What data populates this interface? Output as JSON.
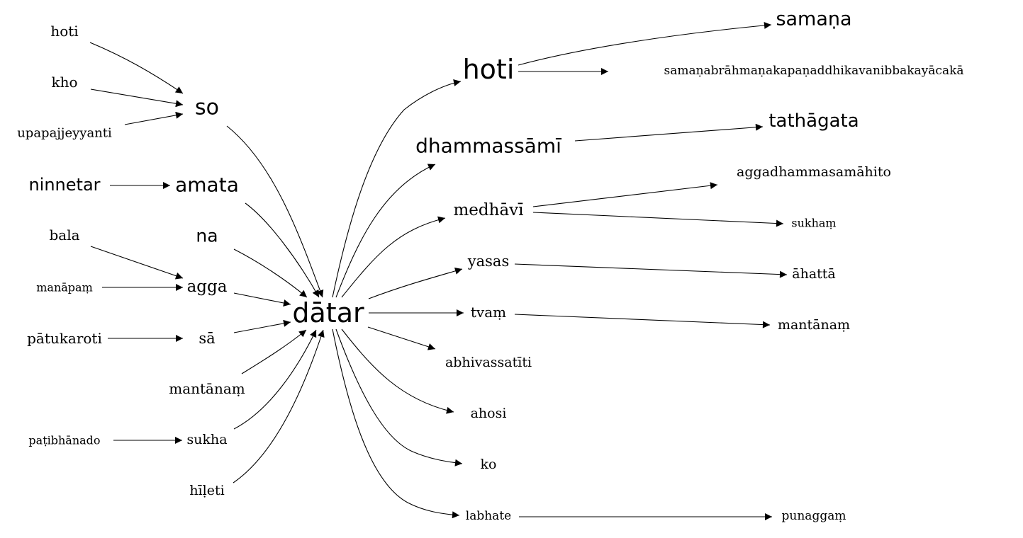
{
  "graph": {
    "center": "dātar",
    "nodes": {
      "datar": "dātar",
      "so": "so",
      "hoti_left": "hoti",
      "kho": "kho",
      "upapajjeyyanti": "upapajjeyyanti",
      "ninnetar": "ninnetar",
      "amata": "amata",
      "na": "na",
      "bala": "bala",
      "manapam": "manāpaṃ",
      "agga": "agga",
      "patukaroti": "pātukaroti",
      "sa": "sā",
      "mantanam_left": "mantānaṃ",
      "patibhanado": "paṭibhānado",
      "sukha": "sukha",
      "hileti": "hīḷeti",
      "hoti_right": "hoti",
      "samana": "samaṇa",
      "samanabrahmana": "samaṇabrāhmaṇakapaṇaddhikavanibbakayācakā",
      "dhammassami": "dhammassāmī",
      "tathagata": "tathāgata",
      "medhavi": "medhāvī",
      "aggadhamma": "aggadhammasamāhito",
      "sukham": "sukhaṃ",
      "yasas": "yasas",
      "ahatta": "āhattā",
      "tvam": "tvaṃ",
      "mantanam_right": "mantānaṃ",
      "abhivassatiti": "abhivassatīti",
      "ahosi": "ahosi",
      "ko": "ko",
      "labhate": "labhate",
      "punaggam": "punaggaṃ"
    },
    "edges": [
      [
        "hoti_left",
        "so"
      ],
      [
        "kho",
        "so"
      ],
      [
        "upapajjeyyanti",
        "so"
      ],
      [
        "ninnetar",
        "amata"
      ],
      [
        "bala",
        "agga"
      ],
      [
        "manapam",
        "agga"
      ],
      [
        "patukaroti",
        "sa"
      ],
      [
        "patibhanado",
        "sukha"
      ],
      [
        "so",
        "datar"
      ],
      [
        "amata",
        "datar"
      ],
      [
        "na",
        "datar"
      ],
      [
        "agga",
        "datar"
      ],
      [
        "sa",
        "datar"
      ],
      [
        "mantanam_left",
        "datar"
      ],
      [
        "sukha",
        "datar"
      ],
      [
        "hileti",
        "datar"
      ],
      [
        "datar",
        "hoti_right"
      ],
      [
        "datar",
        "dhammassami"
      ],
      [
        "datar",
        "medhavi"
      ],
      [
        "datar",
        "yasas"
      ],
      [
        "datar",
        "tvam"
      ],
      [
        "datar",
        "abhivassatiti"
      ],
      [
        "datar",
        "ahosi"
      ],
      [
        "datar",
        "ko"
      ],
      [
        "datar",
        "labhate"
      ],
      [
        "hoti_right",
        "samana"
      ],
      [
        "hoti_right",
        "samanabrahmana"
      ],
      [
        "dhammassami",
        "tathagata"
      ],
      [
        "medhavi",
        "aggadhamma"
      ],
      [
        "medhavi",
        "sukham"
      ],
      [
        "yasas",
        "ahatta"
      ],
      [
        "tvam",
        "mantanam_right"
      ],
      [
        "labhate",
        "punaggam"
      ]
    ]
  }
}
